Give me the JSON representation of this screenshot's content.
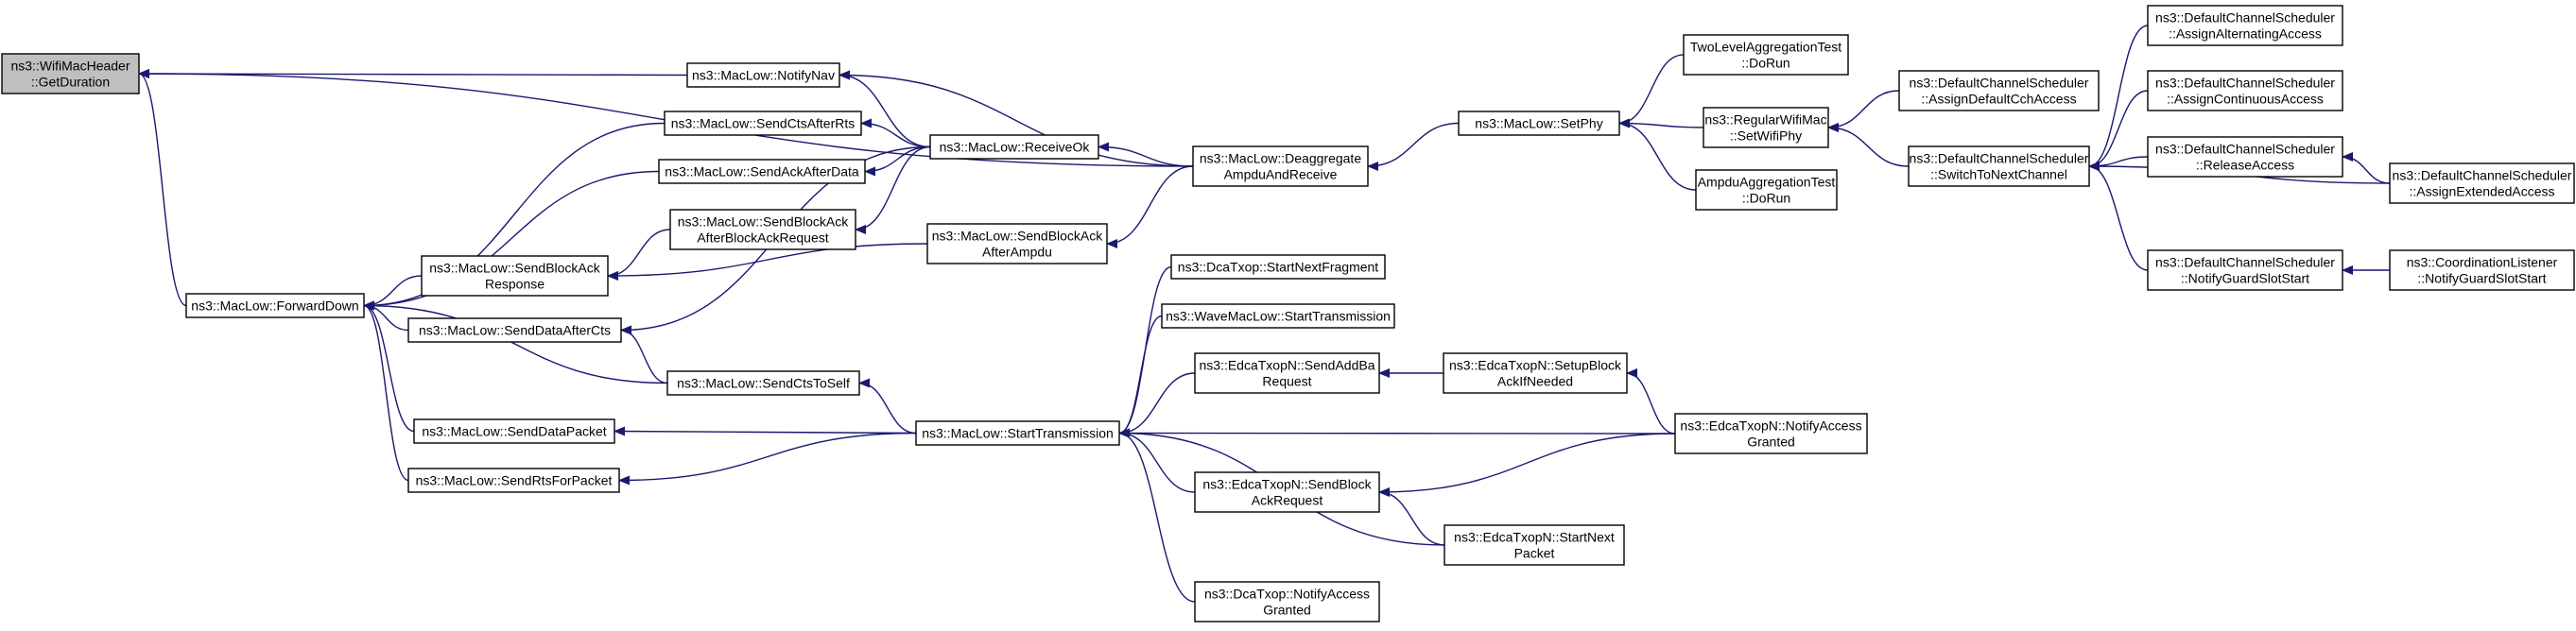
{
  "graph": {
    "edge_color": "#191970",
    "root_fill": "#bfbfbf",
    "nodes": [
      {
        "id": "getduration",
        "lines": [
          "ns3::WifiMacHeader",
          "::GetDuration"
        ],
        "root": true
      },
      {
        "id": "forwarddown",
        "lines": [
          "ns3::MacLow::ForwardDown"
        ]
      },
      {
        "id": "notifynav",
        "lines": [
          "ns3::MacLow::NotifyNav"
        ]
      },
      {
        "id": "sendctsafterrts",
        "lines": [
          "ns3::MacLow::SendCtsAfterRts"
        ]
      },
      {
        "id": "sendackafterdata",
        "lines": [
          "ns3::MacLow::SendAckAfterData"
        ]
      },
      {
        "id": "sendblockackafterblockackrequest",
        "lines": [
          "ns3::MacLow::SendBlockAck",
          "AfterBlockAckRequest"
        ]
      },
      {
        "id": "sendblockackresponse",
        "lines": [
          "ns3::MacLow::SendBlockAck",
          "Response"
        ]
      },
      {
        "id": "senddataafterctsnode",
        "lines": [
          "ns3::MacLow::SendDataAfterCts"
        ]
      },
      {
        "id": "sendctstoself",
        "lines": [
          "ns3::MacLow::SendCtsToSelf"
        ]
      },
      {
        "id": "senddatapacket",
        "lines": [
          "ns3::MacLow::SendDataPacket"
        ]
      },
      {
        "id": "sendrtsforpacket",
        "lines": [
          "ns3::MacLow::SendRtsForPacket"
        ]
      },
      {
        "id": "receiveok",
        "lines": [
          "ns3::MacLow::ReceiveOk"
        ]
      },
      {
        "id": "sendblockackafterampdu",
        "lines": [
          "ns3::MacLow::SendBlockAck",
          "AfterAmpdu"
        ]
      },
      {
        "id": "deaggregate",
        "lines": [
          "ns3::MacLow::Deaggregate",
          "AmpduAndReceive"
        ]
      },
      {
        "id": "setphy",
        "lines": [
          "ns3::MacLow::SetPhy"
        ]
      },
      {
        "id": "twolevelaggregationtest",
        "lines": [
          "TwoLevelAggregationTest",
          "::DoRun"
        ]
      },
      {
        "id": "regularwifimac",
        "lines": [
          "ns3::RegularWifiMac",
          "::SetWifiPhy"
        ]
      },
      {
        "id": "ampduaggregationtest",
        "lines": [
          "AmpduAggregationTest",
          "::DoRun"
        ]
      },
      {
        "id": "assigndefaultcch",
        "lines": [
          "ns3::DefaultChannelScheduler",
          "::AssignDefaultCchAccess"
        ]
      },
      {
        "id": "switchtonextchannel",
        "lines": [
          "ns3::DefaultChannelScheduler",
          "::SwitchToNextChannel"
        ]
      },
      {
        "id": "assignalternating",
        "lines": [
          "ns3::DefaultChannelScheduler",
          "::AssignAlternatingAccess"
        ]
      },
      {
        "id": "assigncontinuous",
        "lines": [
          "ns3::DefaultChannelScheduler",
          "::AssignContinuousAccess"
        ]
      },
      {
        "id": "releaseaccess",
        "lines": [
          "ns3::DefaultChannelScheduler",
          "::ReleaseAccess"
        ]
      },
      {
        "id": "assignextended",
        "lines": [
          "ns3::DefaultChannelScheduler",
          "::AssignExtendedAccess"
        ]
      },
      {
        "id": "notifyguardslotstart",
        "lines": [
          "ns3::DefaultChannelScheduler",
          "::NotifyGuardSlotStart"
        ]
      },
      {
        "id": "coordinationlistener",
        "lines": [
          "ns3::CoordinationListener",
          "::NotifyGuardSlotStart"
        ]
      },
      {
        "id": "starttransmission",
        "lines": [
          "ns3::MacLow::StartTransmission"
        ]
      },
      {
        "id": "dcastartnextfragment",
        "lines": [
          "ns3::DcaTxop::StartNextFragment"
        ]
      },
      {
        "id": "wavemaclow",
        "lines": [
          "ns3::WaveMacLow::StartTransmission"
        ]
      },
      {
        "id": "sendaddba",
        "lines": [
          "ns3::EdcaTxopN::SendAddBa",
          "Request"
        ]
      },
      {
        "id": "setupblockack",
        "lines": [
          "ns3::EdcaTxopN::SetupBlock",
          "AckIfNeeded"
        ]
      },
      {
        "id": "edcanotifyaccess",
        "lines": [
          "ns3::EdcaTxopN::NotifyAccess",
          "Granted"
        ]
      },
      {
        "id": "sendblockackrequest",
        "lines": [
          "ns3::EdcaTxopN::SendBlock",
          "AckRequest"
        ]
      },
      {
        "id": "startnextpacket",
        "lines": [
          "ns3::EdcaTxopN::StartNext",
          "Packet"
        ]
      },
      {
        "id": "dcanotifyaccess",
        "lines": [
          "ns3::DcaTxop::NotifyAccess",
          "Granted"
        ]
      }
    ]
  }
}
